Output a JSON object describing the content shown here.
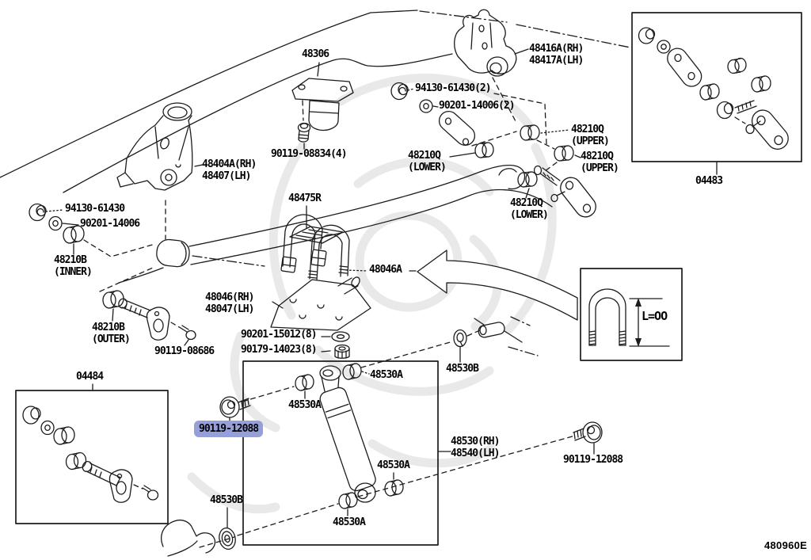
{
  "diagram": {
    "drawing_code": "480960E",
    "highlight_color": "#95a0da"
  },
  "labels": {
    "p48306": {
      "text": "48306"
    },
    "p48416": {
      "line1": "48416A(RH)",
      "line2": "48417A(LH)"
    },
    "p94130_top": {
      "text": "94130-61430(2)"
    },
    "p90201_top": {
      "text": "90201-14006(2)"
    },
    "p48210q_upper_1": {
      "line1": "48210Q",
      "line2": "(UPPER)"
    },
    "p48210q_upper_2": {
      "line1": "48210Q",
      "line2": "(UPPER)"
    },
    "p48210q_lower_1": {
      "line1": "48210Q",
      "line2": "(LOWER)"
    },
    "p48210q_lower_2": {
      "line1": "48210Q",
      "line2": "(LOWER)"
    },
    "p90119_08834": {
      "text": "90119-08834(4)"
    },
    "p48404": {
      "line1": "48404A(RH)",
      "line2": "48407(LH)"
    },
    "p48475r": {
      "text": "48475R"
    },
    "p94130_left": {
      "text": "94130-61430"
    },
    "p90201_left": {
      "text": "90201-14006"
    },
    "p48210b_inner": {
      "line1": "48210B",
      "line2": "(INNER)"
    },
    "p48046a": {
      "text": "48046A"
    },
    "p04483": {
      "text": "04483"
    },
    "p48046": {
      "line1": "48046(RH)",
      "line2": "48047(LH)"
    },
    "p48210b_outer": {
      "line1": "48210B",
      "line2": "(OUTER)"
    },
    "p90119_08686": {
      "text": "90119-08686"
    },
    "p90201_15012": {
      "text": "90201-15012(8)"
    },
    "p90179_14023": {
      "text": "90179-14023(8)"
    },
    "ubolt_length": {
      "text": "L=OO"
    },
    "p48530b_top": {
      "text": "48530B"
    },
    "p04484": {
      "text": "04484"
    },
    "p48530a_top_right": {
      "text": "48530A"
    },
    "p48530a_top_left": {
      "text": "48530A"
    },
    "p90119_12088_hl": {
      "text": "90119-12088",
      "highlighted": true
    },
    "p48530a_lower_right": {
      "text": "48530A"
    },
    "p48530": {
      "line1": "48530(RH)",
      "line2": "48540(LH)"
    },
    "p90119_12088": {
      "text": "90119-12088"
    },
    "p48530b_bottom": {
      "text": "48530B"
    },
    "p48530a_bottom": {
      "text": "48530A"
    }
  }
}
